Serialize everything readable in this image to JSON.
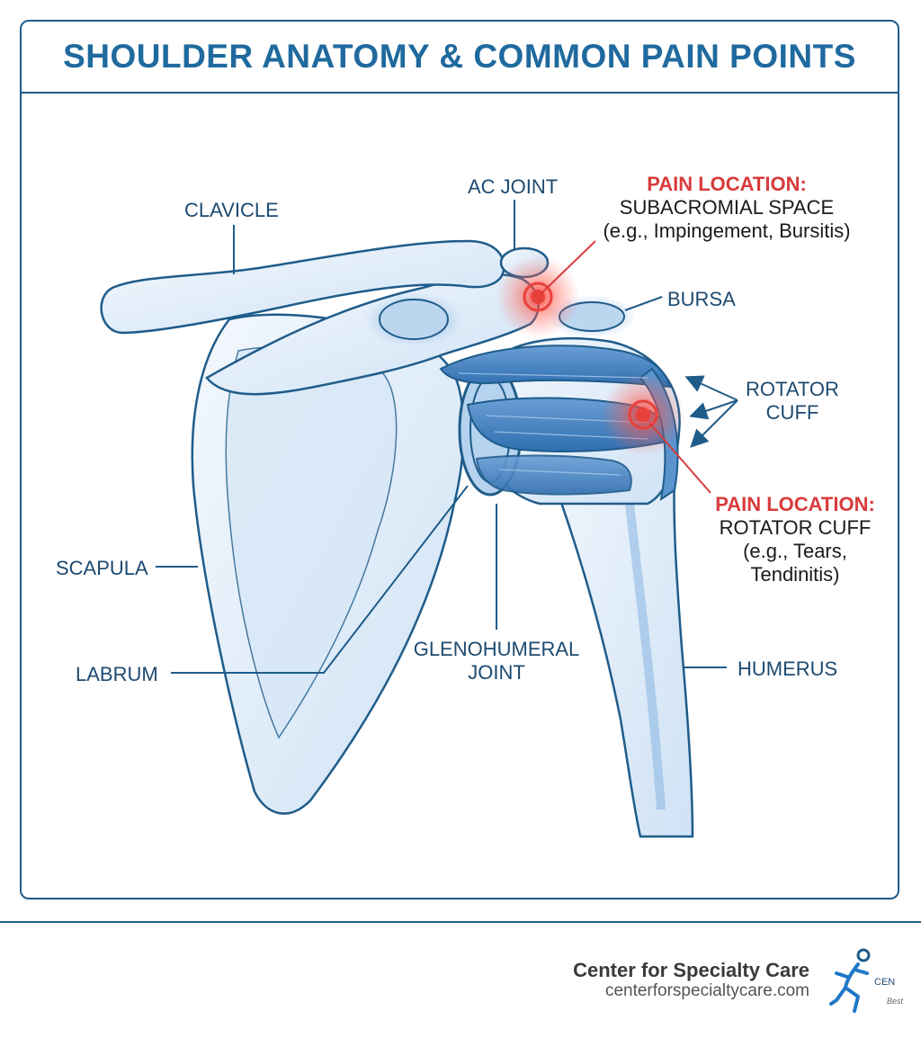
{
  "title": "SHOULDER ANATOMY & COMMON PAIN POINTS",
  "labels": {
    "clavicle": "CLAVICLE",
    "ac_joint": "AC JOINT",
    "bursa": "BURSA",
    "rotator_cuff_line1": "ROTATOR",
    "rotator_cuff_line2": "CUFF",
    "scapula": "SCAPULA",
    "labrum": "LABRUM",
    "glenohumeral_line1": "GLENOHUMERAL",
    "glenohumeral_line2": "JOINT",
    "humerus": "HUMERUS"
  },
  "pain_points": [
    {
      "heading": "PAIN LOCATION:",
      "line1": "SUBACROMIAL SPACE",
      "line2": "(e.g., Impingement, Bursitis)"
    },
    {
      "heading": "PAIN LOCATION:",
      "line1": "ROTATOR CUFF",
      "line2": "(e.g., Tears,",
      "line3": "Tendinitis)"
    }
  ],
  "footer": {
    "brand_name": "Center for Specialty Care",
    "url": "centerforspecialtycare.com",
    "logo_text_cut": "CEN",
    "logo_tag_cut": "Best"
  },
  "colors": {
    "outline": "#1f5c8a",
    "title": "#1f6a9e",
    "bone_fill": "#e6f1fb",
    "muscle_fill": "#4a86c4",
    "pain": "#e8413b"
  },
  "icons": [
    "runner-logo-icon"
  ]
}
